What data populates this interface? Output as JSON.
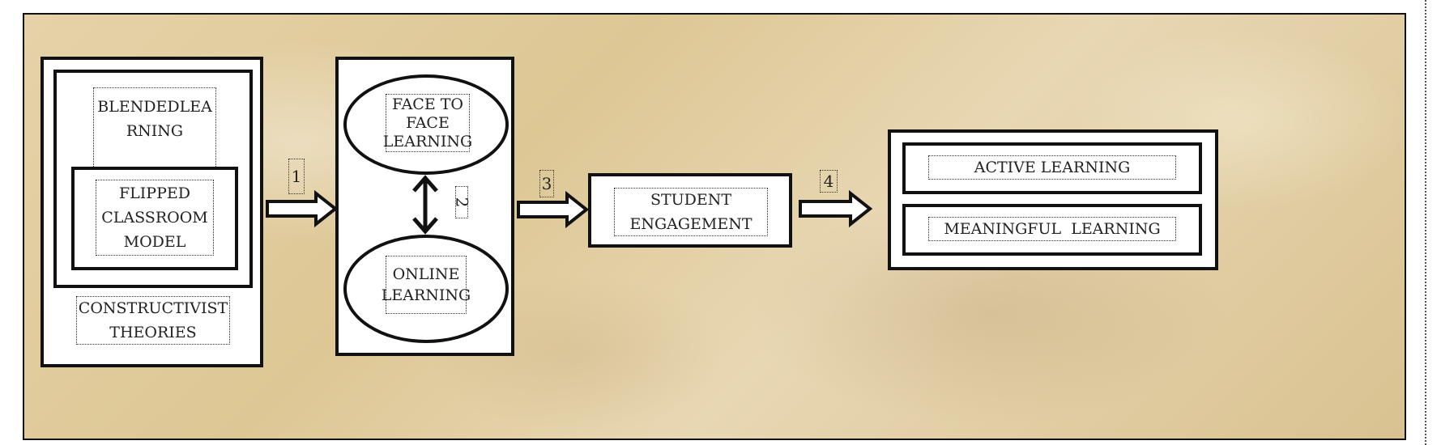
{
  "diagram": {
    "left_block": {
      "blended": "BLENDEDLEA\nRNING",
      "flipped": "FLIPPED\nCLASSROOM\nMODEL",
      "constructivist": "CONSTRUCTIVIST\nTHEORIES"
    },
    "middle_block": {
      "face_to_face": "FACE TO\nFACE\nLEARNING",
      "online": "ONLINE\nLEARNING"
    },
    "engagement": "STUDENT\nENGAGEMENT",
    "outcomes": {
      "active": "ACTIVE LEARNING",
      "meaningful": "MEANINGFUL  LEARNING"
    },
    "arrow_labels": [
      "1",
      "2",
      "3",
      "4"
    ]
  }
}
